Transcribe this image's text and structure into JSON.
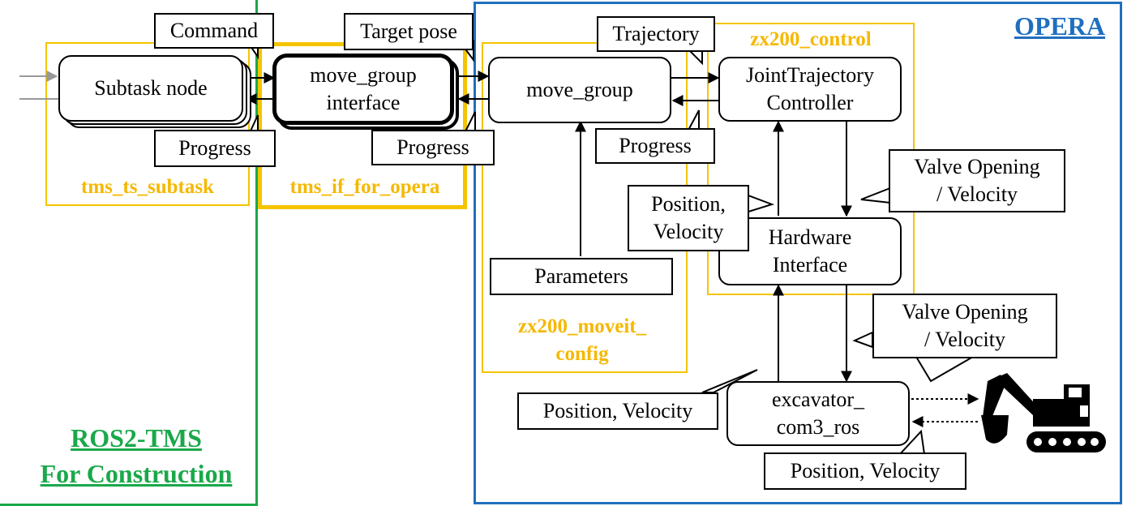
{
  "frames": {
    "ros2_tms_title": "ROS2-TMS\nFor Construction",
    "opera_title": "OPERA"
  },
  "packages": {
    "tms_ts_subtask": "tms_ts_subtask",
    "tms_if_for_opera": "tms_if_for_opera",
    "zx200_moveit_config": "zx200_moveit_\nconfig",
    "zx200_control": "zx200_control"
  },
  "nodes": {
    "subtask_node": "Subtask node",
    "move_group_interface": "move_group\ninterface",
    "move_group": "move_group",
    "joint_trajectory_controller": "JointTrajectory\nController",
    "hardware_interface": "Hardware\nInterface",
    "excavator_com3_ros": "excavator_\ncom3_ros"
  },
  "callouts": {
    "command": "Command",
    "target_pose": "Target pose",
    "trajectory": "Trajectory",
    "progress_1": "Progress",
    "progress_2": "Progress",
    "progress_3": "Progress",
    "parameters": "Parameters",
    "valve_opening_velocity_1": "Valve Opening\n/ Velocity",
    "position_velocity_1": "Position,\nVelocity",
    "valve_opening_velocity_2": "Valve Opening\n/ Velocity",
    "position_velocity_2": "Position, Velocity",
    "position_velocity_3": "Position, Velocity"
  },
  "colors": {
    "ros2_tms_green": "#1aa84a",
    "opera_blue": "#1f6fbf",
    "package_yellow": "#f5b800"
  },
  "icons": {
    "excavator": "excavator-icon"
  }
}
